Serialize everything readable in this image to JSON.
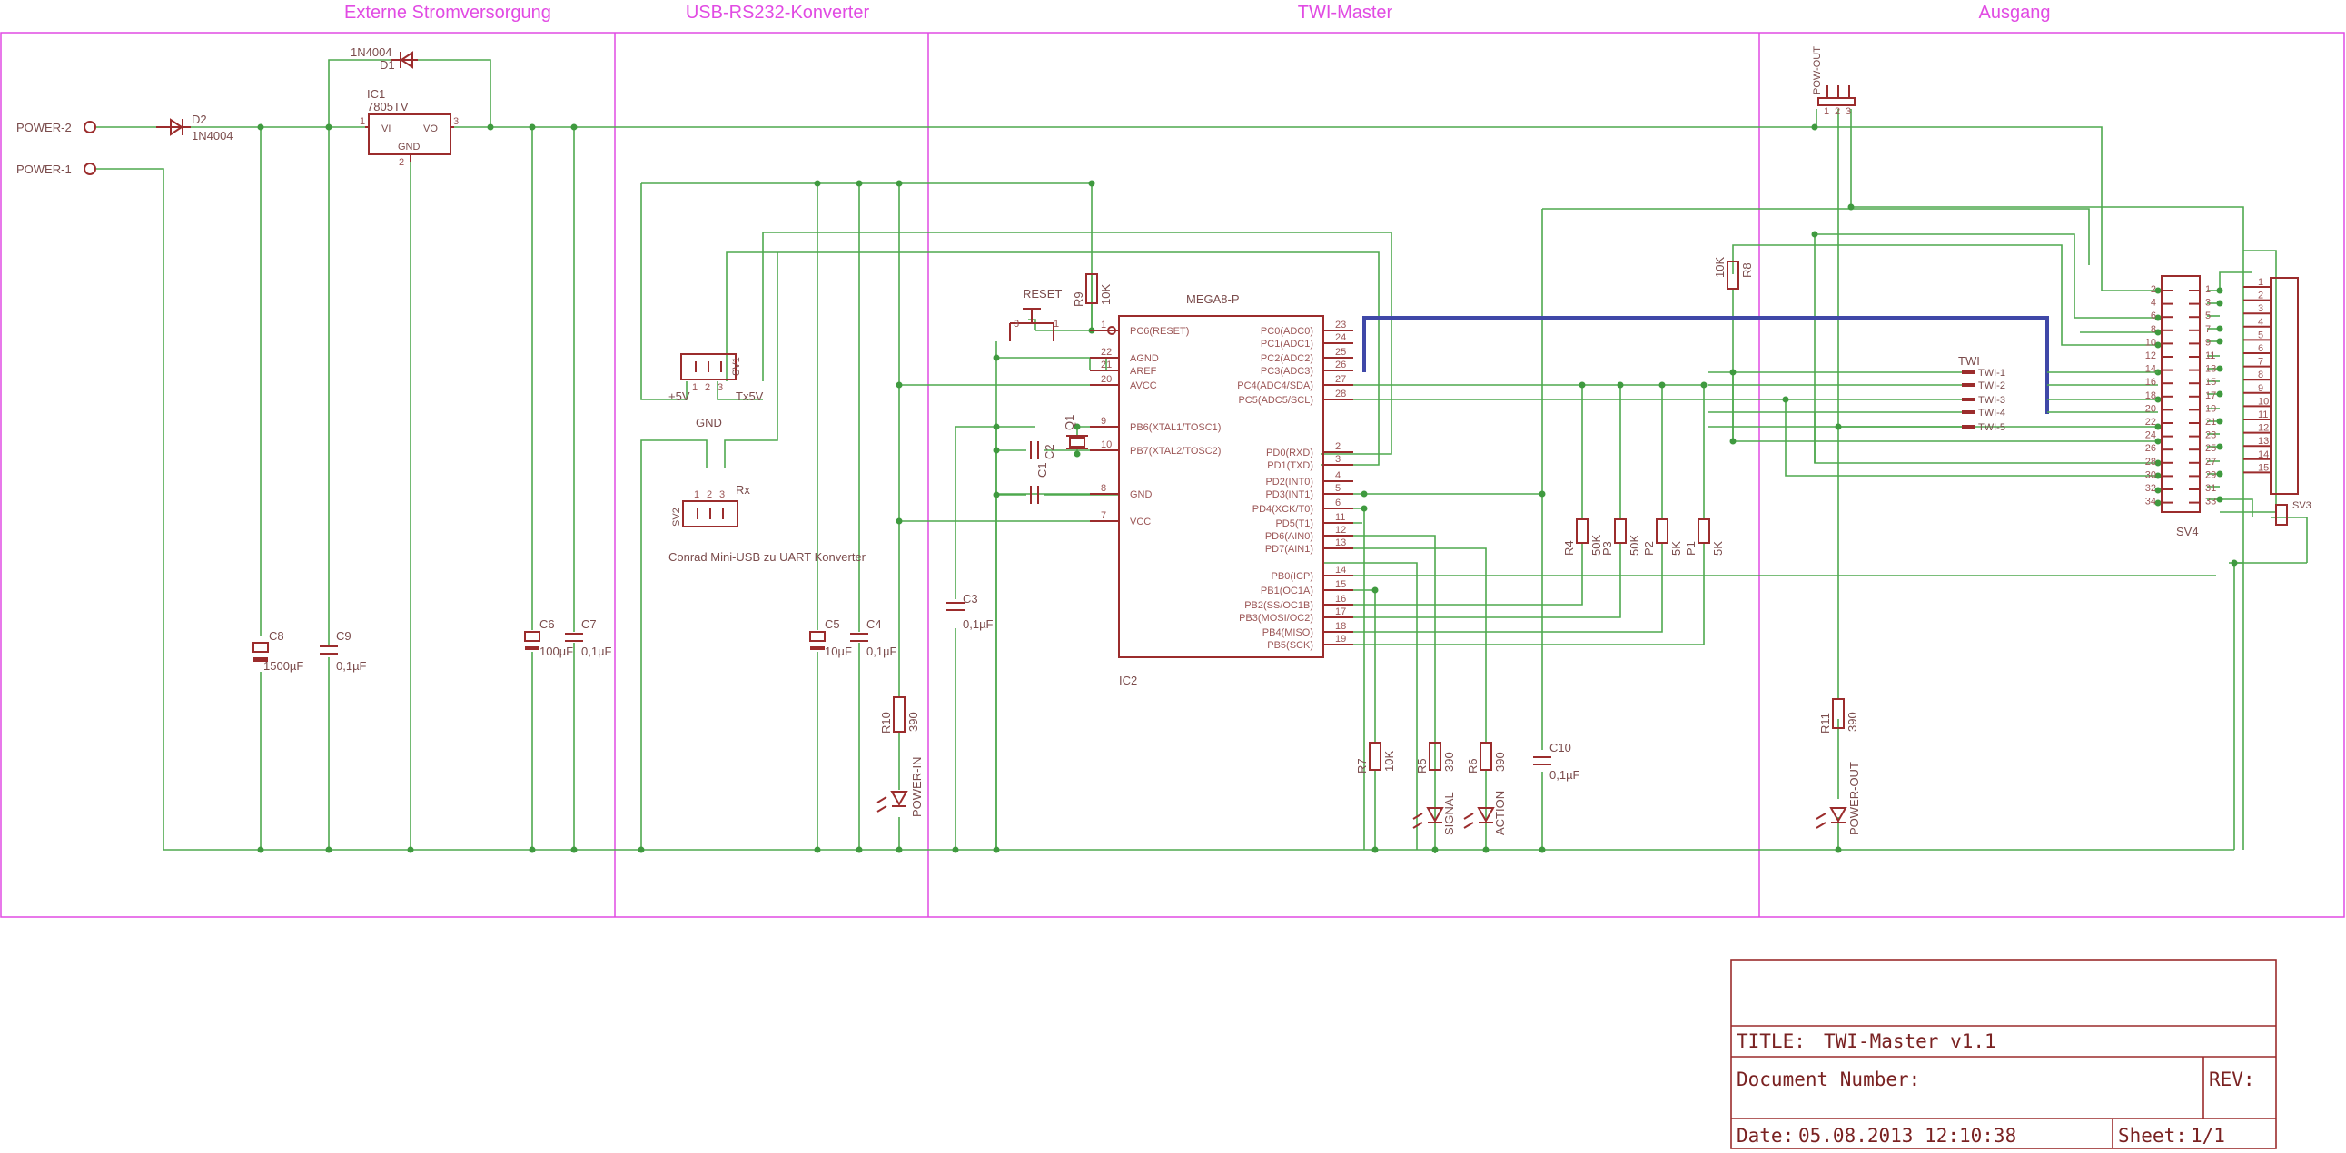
{
  "sections": [
    "Externe Stromversorgung",
    "USB-RS232-Konverter",
    "TWI-Master",
    "Ausgang"
  ],
  "power": {
    "power2": "POWER-2",
    "power1": "POWER-1",
    "d1_value": "1N4004",
    "d1_name": "D1",
    "d2_name": "D2",
    "d2_value": "1N4004",
    "ic1_name": "IC1",
    "ic1_value": "7805TV",
    "ic1_vi": "VI",
    "ic1_vo": "VO",
    "ic1_gnd": "GND",
    "pin1": "1",
    "pin2": "2",
    "pin3": "3",
    "c8_name": "C8",
    "c8_value": "1500µF",
    "c9_name": "C9",
    "c9_value": "0,1µF",
    "c6_name": "C6",
    "c6_value": "100µF",
    "c7_name": "C7",
    "c7_value": "0,1µF"
  },
  "usb": {
    "sv1": "SV1",
    "plus5v": "+5V",
    "tx5v": "Tx5V",
    "gnd": "GND",
    "sv2": "SV2",
    "rx": "Rx",
    "converter": "Conrad Mini-USB zu UART Konverter",
    "c5_name": "C5",
    "c5_value": "10µF",
    "c4_name": "C4",
    "c4_value": "0,1µF",
    "r10_name": "R10",
    "r10_value": "390",
    "led_power_in": "POWER-IN",
    "pin_nums": [
      "1",
      "2",
      "3"
    ]
  },
  "mcu": {
    "chip": "MEGA8-P",
    "ic2": "IC2",
    "reset": "RESET",
    "r9_name": "R9",
    "r9_value": "10K",
    "c3_name": "C3",
    "c3_value": "0,1µF",
    "q1": "Q1",
    "c1": "C1",
    "c2": "C2",
    "left_pins": [
      {
        "num": "1",
        "name": "PC6(RESET)"
      },
      {
        "num": "22",
        "name": "AGND"
      },
      {
        "num": "21",
        "name": "AREF"
      },
      {
        "num": "20",
        "name": "AVCC"
      },
      {
        "num": "9",
        "name": "PB6(XTAL1/TOSC1)"
      },
      {
        "num": "10",
        "name": "PB7(XTAL2/TOSC2)"
      },
      {
        "num": "8",
        "name": "GND"
      },
      {
        "num": "7",
        "name": "VCC"
      }
    ],
    "right_pins": [
      {
        "num": "23",
        "name": "PC0(ADC0)"
      },
      {
        "num": "24",
        "name": "PC1(ADC1)"
      },
      {
        "num": "25",
        "name": "PC2(ADC2)"
      },
      {
        "num": "26",
        "name": "PC3(ADC3)"
      },
      {
        "num": "27",
        "name": "PC4(ADC4/SDA)"
      },
      {
        "num": "28",
        "name": "PC5(ADC5/SCL)"
      },
      {
        "num": "2",
        "name": "PD0(RXD)"
      },
      {
        "num": "3",
        "name": "PD1(TXD)"
      },
      {
        "num": "4",
        "name": "PD2(INT0)"
      },
      {
        "num": "5",
        "name": "PD3(INT1)"
      },
      {
        "num": "6",
        "name": "PD4(XCK/T0)"
      },
      {
        "num": "11",
        "name": "PD5(T1)"
      },
      {
        "num": "12",
        "name": "PD6(AIN0)"
      },
      {
        "num": "13",
        "name": "PD7(AIN1)"
      },
      {
        "num": "14",
        "name": "PB0(ICP)"
      },
      {
        "num": "15",
        "name": "PB1(OC1A)"
      },
      {
        "num": "16",
        "name": "PB2(SS/OC1B)"
      },
      {
        "num": "17",
        "name": "PB3(MOSI/OC2)"
      },
      {
        "num": "18",
        "name": "PB4(MISO)"
      },
      {
        "num": "19",
        "name": "PB5(SCK)"
      }
    ],
    "r4_name": "R4",
    "r4_value": "50K",
    "p3_name": "P3",
    "p3_value": "50K",
    "p2_name": "P2",
    "p2_value": "5K",
    "p1_name": "P1",
    "p1_value": "5K",
    "r7_name": "R7",
    "r7_value": "10K",
    "r5_name": "R5",
    "r5_value": "390",
    "r6_name": "R6",
    "r6_value": "390",
    "led_signal": "SIGNAL",
    "led_action": "ACTION",
    "c10_name": "C10",
    "c10_value": "0,1µF"
  },
  "output": {
    "pow_out": "POW-OUT",
    "r8_name": "R8",
    "r8_value": "10K",
    "twi": "TWI",
    "twi_lines": [
      "TWI-1",
      "TWI-2",
      "TWI-3",
      "TWI-4",
      "TWI-5"
    ],
    "sv4": "SV4",
    "sv3": "SV3",
    "r11_name": "R11",
    "r11_value": "390",
    "led_power_out": "POWER-OUT",
    "pow_pins": [
      "1",
      "2",
      "3"
    ],
    "hdr_left_even": [
      "2",
      "4",
      "6",
      "8",
      "10",
      "12",
      "14",
      "16",
      "18",
      "20",
      "22",
      "24",
      "26",
      "28",
      "30",
      "32",
      "34"
    ],
    "hdr_left_odd": [
      "1",
      "3",
      "5",
      "7",
      "9",
      "11",
      "13",
      "15",
      "17",
      "19",
      "21",
      "23",
      "25",
      "27",
      "29",
      "31",
      "33"
    ],
    "ribbon_pins": [
      "1",
      "2",
      "3",
      "4",
      "5",
      "6",
      "7",
      "8",
      "9",
      "10",
      "11",
      "12",
      "13",
      "14",
      "15"
    ]
  },
  "title_block": {
    "title_label": "TITLE:",
    "title_value": "TWI-Master v1.1",
    "doc_label": "Document Number:",
    "rev_label": "REV:",
    "date_label": "Date:",
    "date_value": "05.08.2013 12:10:38",
    "sheet_label": "Sheet:",
    "sheet_value": "1/1"
  }
}
